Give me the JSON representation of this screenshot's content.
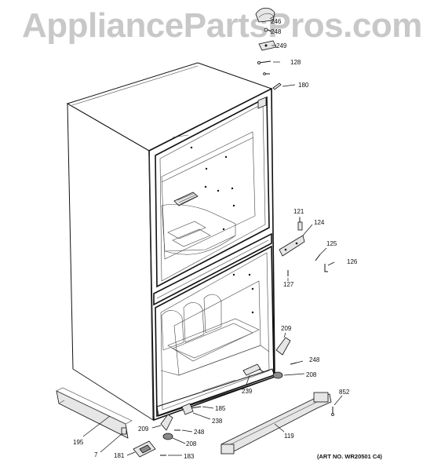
{
  "watermark": "AppliancePartsPros.com",
  "art_number": "(ART NO. WR20501 C4)",
  "callouts": {
    "c246": "246",
    "c248_top": "248",
    "c249": "249",
    "c128": "128",
    "c180": "180",
    "c121": "121",
    "c124": "124",
    "c125": "125",
    "c126": "126",
    "c127": "127",
    "c209_right": "209",
    "c248_right": "248",
    "c208_right": "208",
    "c239": "239",
    "c852": "852",
    "c185": "185",
    "c238": "238",
    "c209_left": "209",
    "c248_left": "248",
    "c208_left": "208",
    "c195": "195",
    "c119": "119",
    "c7": "7",
    "c181": "181",
    "c183": "183"
  }
}
